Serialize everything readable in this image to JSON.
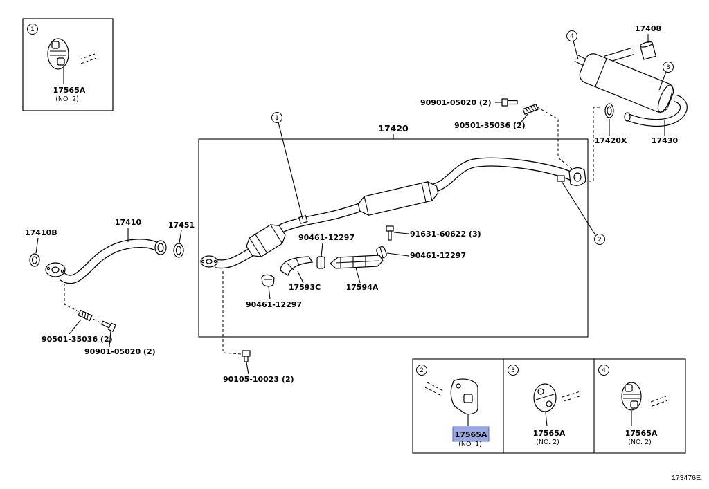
{
  "colors": {
    "ink": "#000000",
    "highlight_fill": "#9aa8e0",
    "highlight_border": "#5b6cc4",
    "background": "#ffffff"
  },
  "figure_code": "173476E",
  "callout_1_inset": {
    "number": "1",
    "part_no": "17565A",
    "variant": "(NO. 2)"
  },
  "tail_section": {
    "callout_4": "4",
    "callout_3": "3",
    "tail_pipe_no": "17408",
    "gasket_no": "17420X",
    "muffler_no": "17430"
  },
  "rear_joint_hardware": {
    "bolt_no": "90901-05020 (2)",
    "spring_no": "90501-35036 (2)"
  },
  "center_pipe": {
    "part_no": "17420",
    "callout_1": "1",
    "callout_2": "2"
  },
  "front_pipe": {
    "gasket_no": "17410B",
    "pipe_no": "17410",
    "ring_no": "17451",
    "spring_no": "90501-35036 (2)",
    "bolt_no": "90901-05020 (2)"
  },
  "heat_insulators": {
    "clamp_upper_no": "90461-12297",
    "bolt_no": "91631-60622 (3)",
    "clamp_right_no": "90461-12297",
    "insulator_front_no": "17593C",
    "insulator_rear_no": "17594A",
    "clamp_lower_no": "90461-12297"
  },
  "flange_bolt_no": "90105-10023 (2)",
  "hanger_insets": [
    {
      "number": "2",
      "part_no": "17565A",
      "variant": "(NO. 1)",
      "selected": true
    },
    {
      "number": "3",
      "part_no": "17565A",
      "variant": "(NO. 2)",
      "selected": false
    },
    {
      "number": "4",
      "part_no": "17565A",
      "variant": "(NO. 2)",
      "selected": false
    }
  ]
}
